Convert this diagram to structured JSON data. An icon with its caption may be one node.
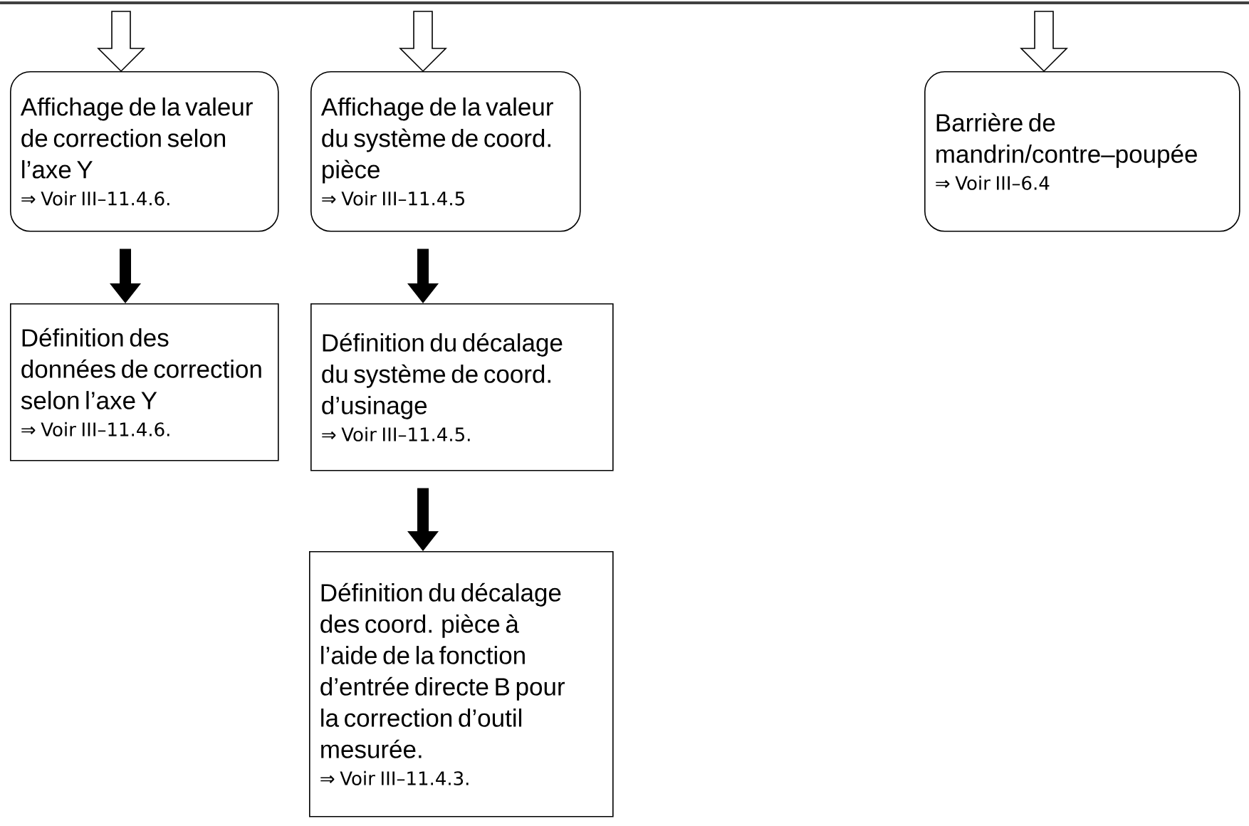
{
  "diagram": {
    "nodes": [
      {
        "text": [
          "Affichage de la valeur de correction selon l’axe Y",
          "⇒ Voir III–11.4.6."
        ]
      },
      {
        "text": [
          "Définition des données de correction selon l’axe Y",
          "⇒ Voir III–11.4.6."
        ]
      },
      {
        "text": [
          "Affichage de la valeur du système de coord. pièce",
          "⇒ Voir III–11.4.5"
        ]
      },
      {
        "text": [
          "Définition du décalage du système de coord. d’usinage",
          "⇒ Voir III–11.4.5."
        ]
      },
      {
        "text": [
          "Définition du décalage des coord. pièce à l’aide de la fonction d’entrée directe B pour la correction d’outil mesurée.",
          "⇒ Voir III–11.4.3."
        ]
      },
      {
        "text": [
          "Barrière de mandrin/contre–poupée",
          "⇒ Voir III–6.4"
        ]
      }
    ],
    "edges": [
      {
        "from": null,
        "to": 0,
        "arrow": "to"
      },
      {
        "from": null,
        "to": 2,
        "arrow": "to"
      },
      {
        "from": null,
        "to": 5,
        "arrow": "to"
      },
      {
        "from": 0,
        "to": 1,
        "arrow": "to",
        "style": "thick"
      },
      {
        "from": 2,
        "to": 3,
        "arrow": "to",
        "style": "thick"
      },
      {
        "from": 3,
        "to": 4,
        "arrow": "to",
        "style": "thick"
      }
    ]
  }
}
